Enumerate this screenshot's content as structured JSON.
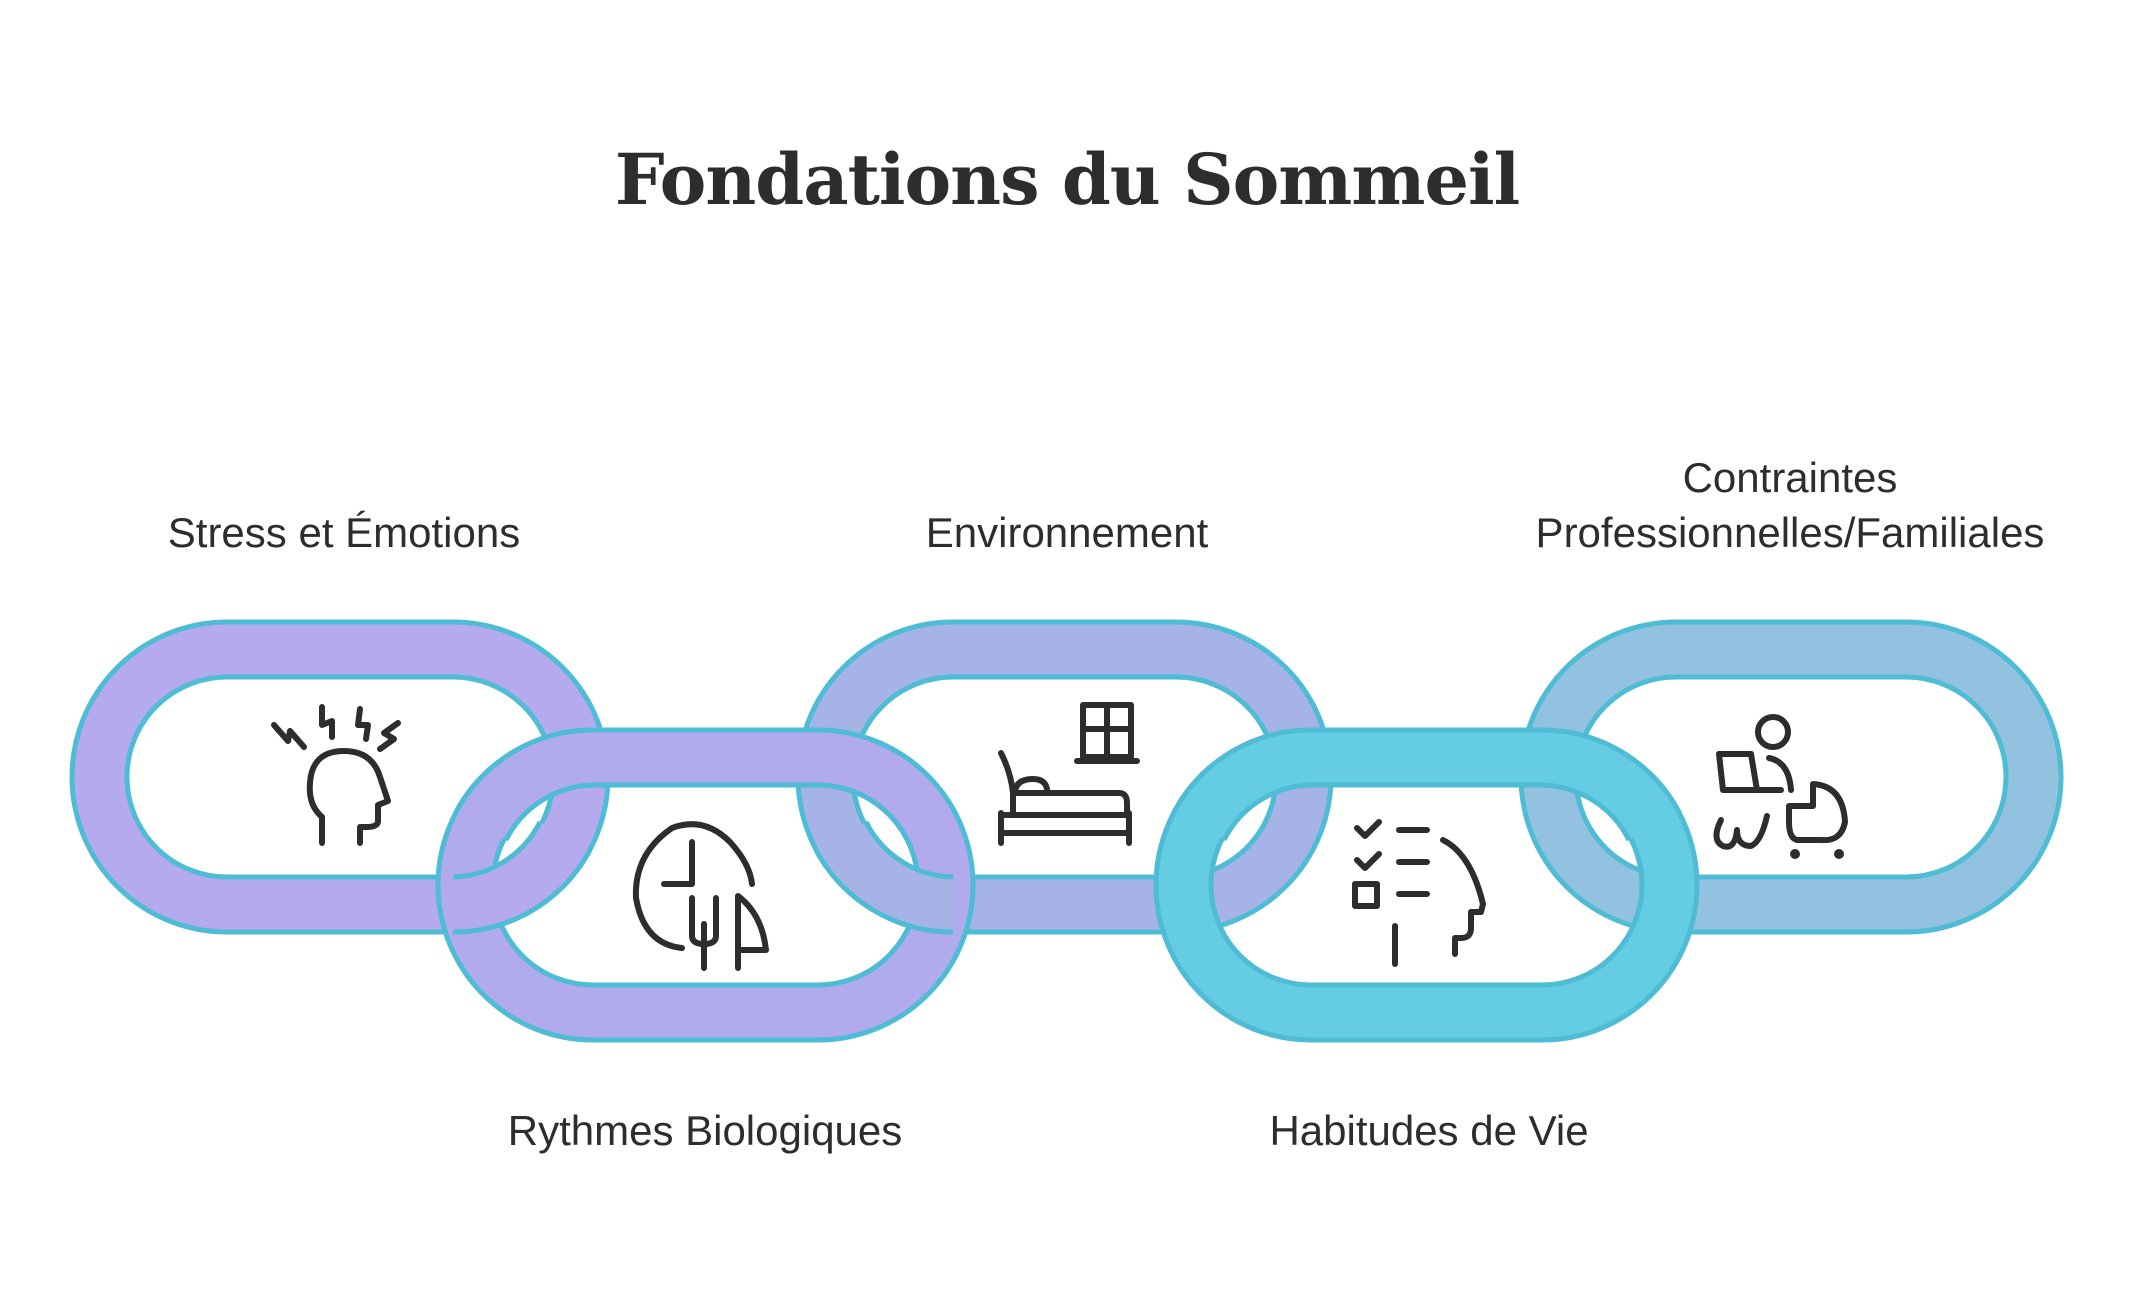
{
  "title": "Fondations du Sommeil",
  "colors": {
    "outline": "#4dbcd4",
    "text": "#2d2d2d",
    "link_stress": "#b4aaed",
    "link_rythmes": "#b1aaec",
    "link_environnement": "#a5b3e6",
    "link_habitudes": "#65cde3",
    "link_contraintes": "#93c2e0"
  },
  "links": [
    {
      "id": "stress",
      "label_lines": [
        "Stress et Émotions"
      ],
      "icon": "stressed-head-icon",
      "position": "top",
      "color": "#b4aaed"
    },
    {
      "id": "rythmes",
      "label_lines": [
        "Rythmes Biologiques"
      ],
      "icon": "clock-plant-icon",
      "position": "bottom",
      "color": "#b1aaec"
    },
    {
      "id": "environnement",
      "label_lines": [
        "Environnement"
      ],
      "icon": "bed-window-icon",
      "position": "top",
      "color": "#a5b3e6"
    },
    {
      "id": "habitudes",
      "label_lines": [
        "Habitudes de Vie"
      ],
      "icon": "checklist-head-icon",
      "position": "bottom",
      "color": "#65cde3"
    },
    {
      "id": "contraintes",
      "label_lines": [
        "Contraintes",
        "Professionnelles/Familiales"
      ],
      "icon": "parent-laptop-stroller-icon",
      "position": "top",
      "color": "#93c2e0"
    }
  ]
}
